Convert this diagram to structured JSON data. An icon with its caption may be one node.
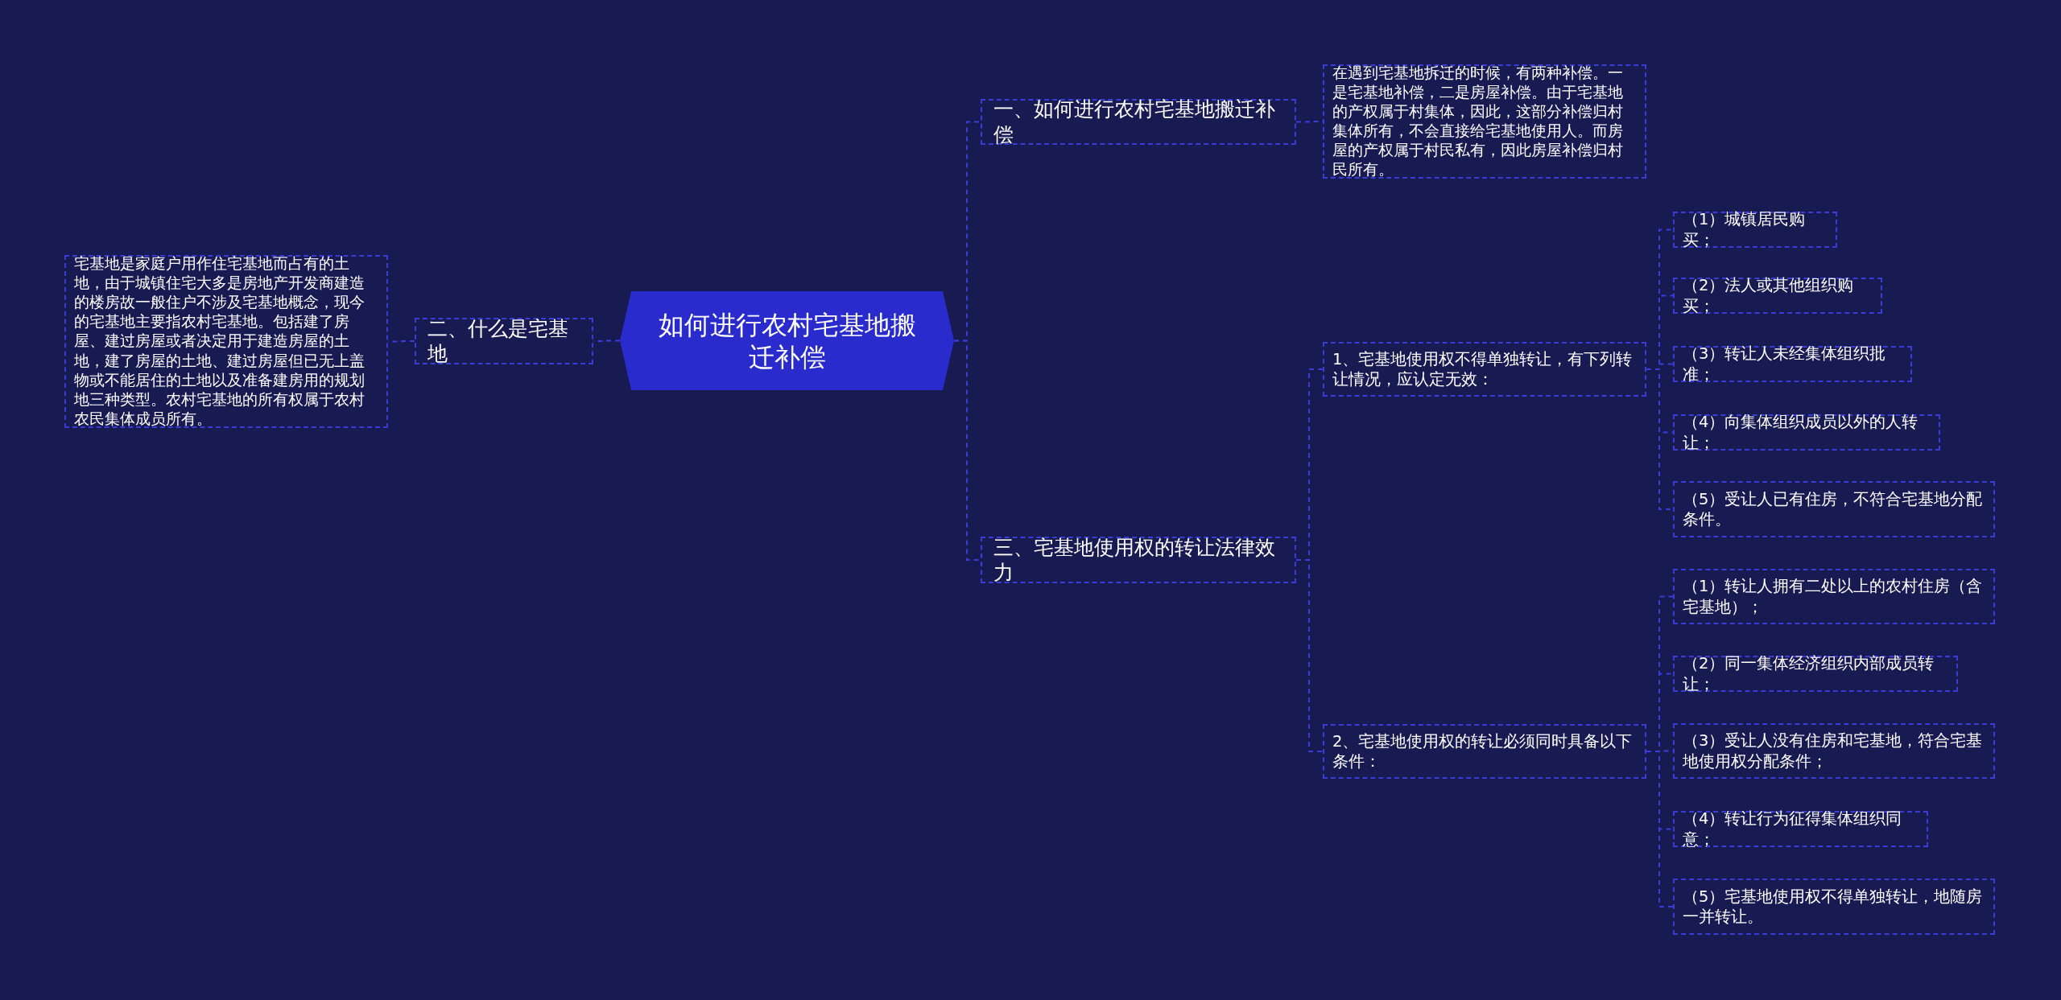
{
  "diagram": {
    "nodes": [
      {
        "text": [
          "如何进行农村宅基地搬迁补偿"
        ]
      },
      {
        "text": [
          "一、如何进行农村宅基地搬迁补偿"
        ]
      },
      {
        "text": [
          "在遇到宅基地拆迁的时候，有两种补偿。一是宅基地补偿，二是房屋补偿。由于宅基地的产权属于村集体，因此，这部分补偿归村集体所有，不会直接给宅基地使用人。而房屋的产权属于村民私有，因此房屋补偿归村民所有。"
        ]
      },
      {
        "text": [
          "二、什么是宅基地"
        ]
      },
      {
        "text": [
          "宅基地是家庭户用作住宅基地而占有的土地，由于城镇住宅大多是房地产开发商建造的楼房故一般住户不涉及宅基地概念，现今的宅基地主要指农村宅基地。包括建了房屋、建过房屋或者决定用于建造房屋的土地，建了房屋的土地、建过房屋但已无上盖物或不能居住的土地以及准备建房用的规划地三种类型。农村宅基地的所有权属于农村农民集体成员所有。"
        ]
      },
      {
        "text": [
          "三、宅基地使用权的转让法律效力"
        ]
      },
      {
        "text": [
          "1、宅基地使用权不得单独转让，有下列转让情况，应认定无效："
        ]
      },
      {
        "text": [
          "（1）城镇居民购买；"
        ]
      },
      {
        "text": [
          "（2）法人或其他组织购买；"
        ]
      },
      {
        "text": [
          "（3）转让人未经集体组织批准；"
        ]
      },
      {
        "text": [
          "（4）向集体组织成员以外的人转让；"
        ]
      },
      {
        "text": [
          "（5）受让人已有住房，不符合宅基地分配条件。"
        ]
      },
      {
        "text": [
          "2、宅基地使用权的转让必须同时具备以下条件："
        ]
      },
      {
        "text": [
          "（1）转让人拥有二处以上的农村住房（含宅基地）；"
        ]
      },
      {
        "text": [
          "（2）同一集体经济组织内部成员转让；"
        ]
      },
      {
        "text": [
          "（3）受让人没有住房和宅基地，符合宅基地使用权分配条件；"
        ]
      },
      {
        "text": [
          "（4）转让行为征得集体组织同意；"
        ]
      },
      {
        "text": [
          "（5）宅基地使用权不得单独转让，地随房一并转让。"
        ]
      }
    ],
    "edges": [
      {
        "from": 0,
        "to": 1,
        "arrow": "none",
        "style": "dashed"
      },
      {
        "from": 1,
        "to": 2,
        "arrow": "none",
        "style": "dashed"
      },
      {
        "from": 0,
        "to": 3,
        "arrow": "none",
        "style": "dashed"
      },
      {
        "from": 3,
        "to": 4,
        "arrow": "none",
        "style": "dashed"
      },
      {
        "from": 0,
        "to": 5,
        "arrow": "none",
        "style": "dashed"
      },
      {
        "from": 5,
        "to": 6,
        "arrow": "none",
        "style": "dashed"
      },
      {
        "from": 6,
        "to": 7,
        "arrow": "none",
        "style": "dashed"
      },
      {
        "from": 6,
        "to": 8,
        "arrow": "none",
        "style": "dashed"
      },
      {
        "from": 6,
        "to": 9,
        "arrow": "none",
        "style": "dashed"
      },
      {
        "from": 6,
        "to": 10,
        "arrow": "none",
        "style": "dashed"
      },
      {
        "from": 6,
        "to": 11,
        "arrow": "none",
        "style": "dashed"
      },
      {
        "from": 5,
        "to": 12,
        "arrow": "none",
        "style": "dashed"
      },
      {
        "from": 12,
        "to": 13,
        "arrow": "none",
        "style": "dashed"
      },
      {
        "from": 12,
        "to": 14,
        "arrow": "none",
        "style": "dashed"
      },
      {
        "from": 12,
        "to": 15,
        "arrow": "none",
        "style": "dashed"
      },
      {
        "from": 12,
        "to": 16,
        "arrow": "none",
        "style": "dashed"
      },
      {
        "from": 12,
        "to": 17,
        "arrow": "none",
        "style": "dashed"
      }
    ]
  }
}
